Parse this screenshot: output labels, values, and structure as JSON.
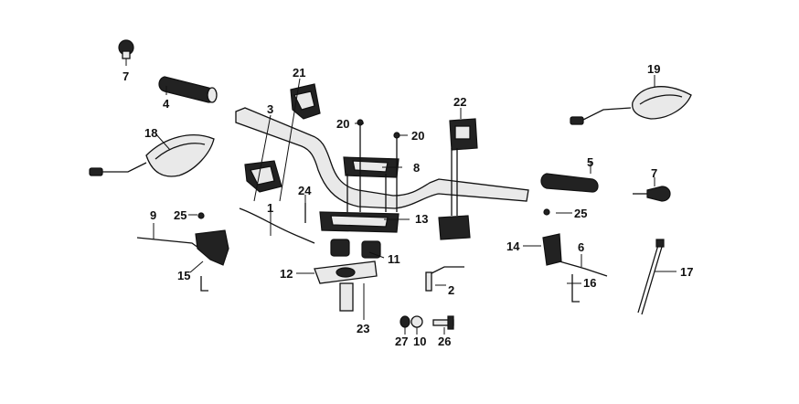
{
  "diagram": {
    "part_numbers": {
      "p1": "1",
      "p2": "2",
      "p3": "3",
      "p4": "4",
      "p5": "5",
      "p6": "6",
      "p7a": "7",
      "p7b": "7",
      "p8": "8",
      "p9": "9",
      "p10": "10",
      "p11": "11",
      "p12": "12",
      "p13": "13",
      "p14": "14",
      "p15": "15",
      "p16": "16",
      "p17": "17",
      "p18": "18",
      "p19": "19",
      "p20a": "20",
      "p20b": "20",
      "p21": "21",
      "p22": "22",
      "p23": "23",
      "p24": "24",
      "p25a": "25",
      "p25b": "25",
      "p26": "26",
      "p27": "27"
    },
    "colors": {
      "line": "#111111",
      "fill": "#e9e9e9",
      "dark": "#222222",
      "background": "#ffffff"
    }
  }
}
